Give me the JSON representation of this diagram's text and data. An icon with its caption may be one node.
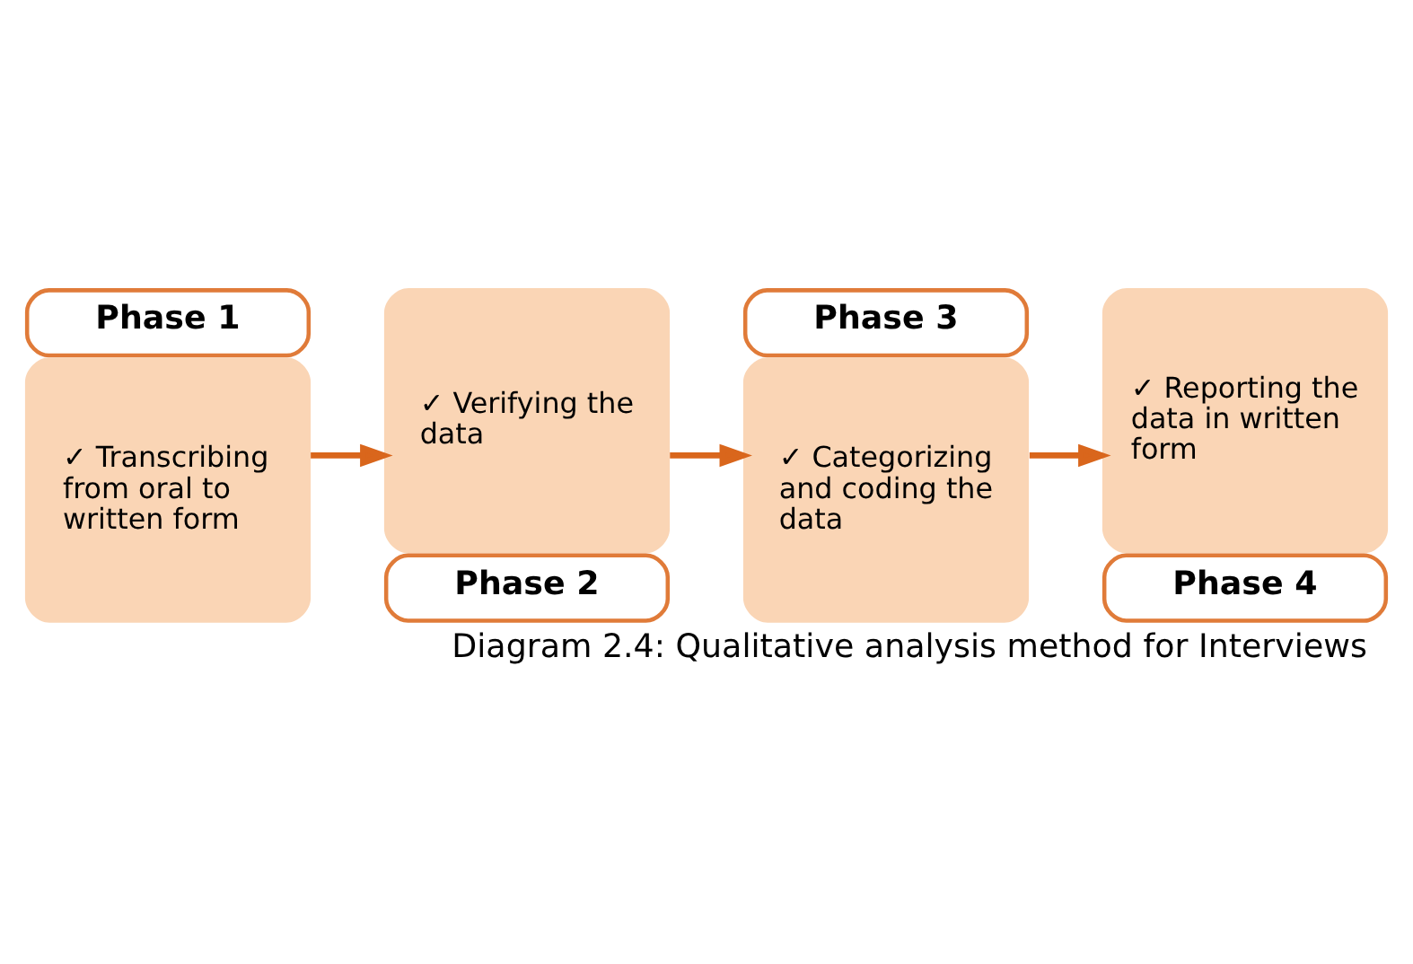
{
  "diagram": {
    "caption": "Diagram 2.4: Qualitative analysis method for Interviews",
    "nodes": [
      {
        "text": [
          "Phase 1",
          "✓ Transcribing from oral to written form"
        ]
      },
      {
        "text": [
          "✓ Verifying the data",
          "Phase 2"
        ]
      },
      {
        "text": [
          "Phase 3",
          "✓ Categorizing and coding the data"
        ]
      },
      {
        "text": [
          "✓ Reporting the data in written form",
          "Phase 4"
        ]
      }
    ],
    "edges": [
      {
        "from": 0,
        "to": 1,
        "arrow": "to",
        "color": "#d9661c"
      },
      {
        "from": 1,
        "to": 2,
        "arrow": "to",
        "color": "#d9661c"
      },
      {
        "from": 2,
        "to": 3,
        "arrow": "to",
        "color": "#d9661c"
      }
    ]
  }
}
